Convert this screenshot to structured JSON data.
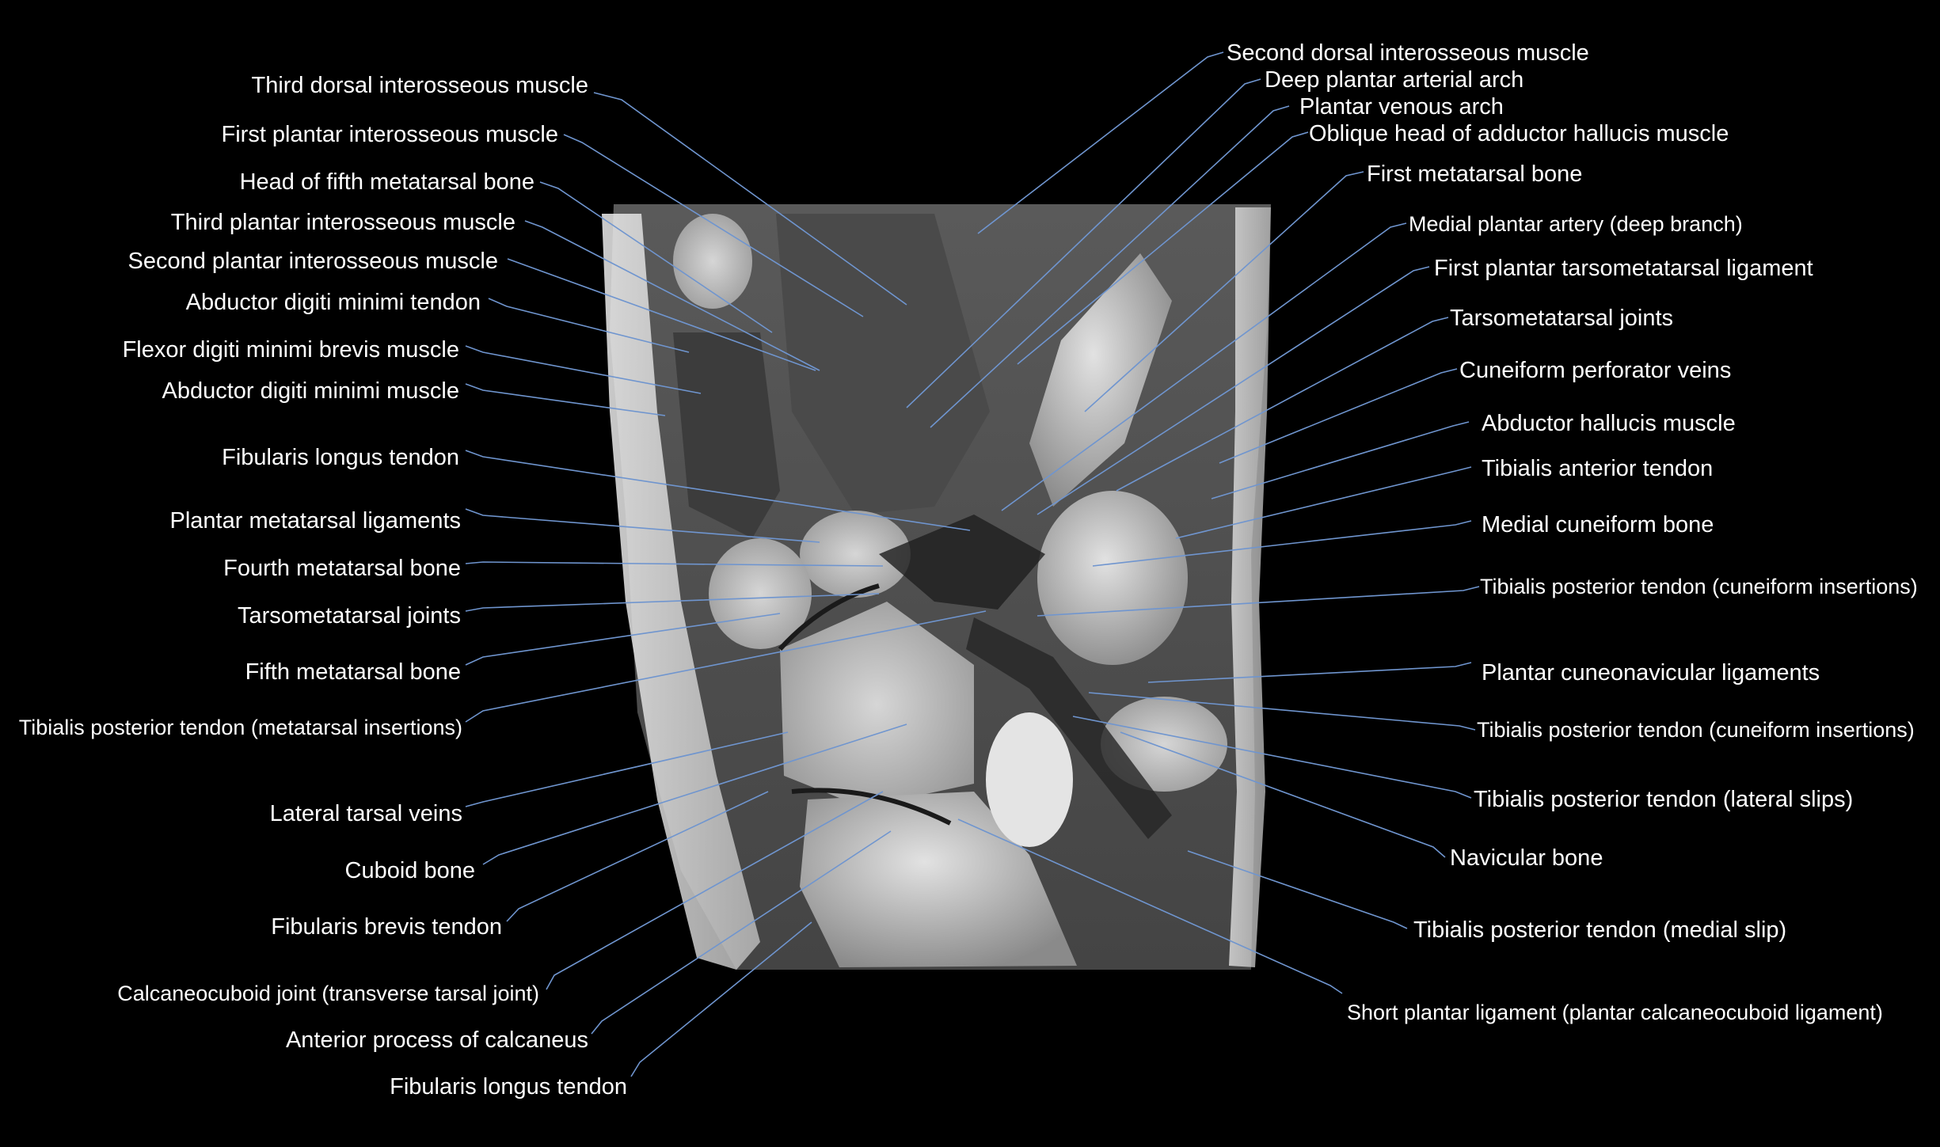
{
  "figure": {
    "left_labels": [
      "Third dorsal interosseous muscle",
      "First plantar interosseous muscle",
      "Head of fifth metatarsal bone",
      "Third plantar interosseous muscle",
      "Second plantar interosseous muscle",
      "Abductor digiti minimi tendon",
      "Flexor digiti minimi brevis muscle",
      "Abductor digiti minimi muscle",
      "Fibularis longus tendon",
      "Plantar metatarsal ligaments",
      "Fourth metatarsal bone",
      "Tarsometatarsal joints",
      "Fifth metatarsal bone",
      "Tibialis posterior tendon (metatarsal insertions)",
      "Lateral tarsal veins",
      "Cuboid bone",
      "Fibularis brevis tendon",
      "Calcaneocuboid joint (transverse tarsal joint)",
      "Anterior process of calcaneus",
      "Fibularis longus tendon"
    ],
    "right_labels": [
      "Second dorsal interosseous muscle",
      "Deep plantar arterial arch",
      "Plantar venous arch",
      "Oblique head of adductor hallucis muscle",
      "First metatarsal bone",
      "Medial plantar artery (deep branch)",
      "First plantar tarsometatarsal ligament",
      "Tarsometatarsal joints",
      "Cuneiform perforator veins",
      "Abductor hallucis muscle",
      "Tibialis anterior tendon",
      "Medial cuneiform bone",
      "Tibialis posterior tendon (cuneiform insertions)",
      "Plantar cuneonavicular ligaments",
      "Tibialis posterior tendon (cuneiform insertions)",
      "Tibialis posterior tendon (lateral slips)",
      "Navicular bone",
      "Tibialis posterior tendon (medial slip)",
      "Short plantar ligament (plantar calcaneocuboid ligament)"
    ]
  }
}
